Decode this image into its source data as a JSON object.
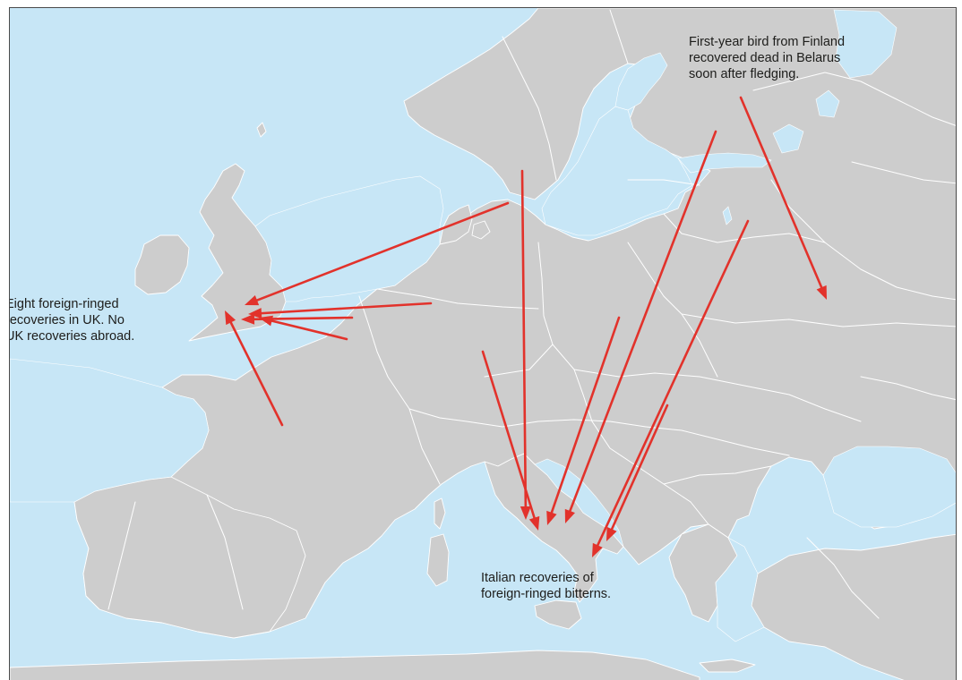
{
  "map": {
    "colors": {
      "sea": "#c7e6f6",
      "land": "#cdcdcd",
      "border": "#ffffff",
      "arrow": "#e2322b"
    },
    "annotations": {
      "finland": {
        "line1": "First-year bird from Finland",
        "line2": "recovered dead in Belarus",
        "line3": "soon after fledging."
      },
      "uk": {
        "line1": "Eight foreign-ringed",
        "line2": "recoveries in UK. No",
        "line3": "UK recoveries abroad."
      },
      "italy": {
        "line1": "Italian recoveries of",
        "line2": "foreign-ringed bitterns."
      }
    }
  }
}
